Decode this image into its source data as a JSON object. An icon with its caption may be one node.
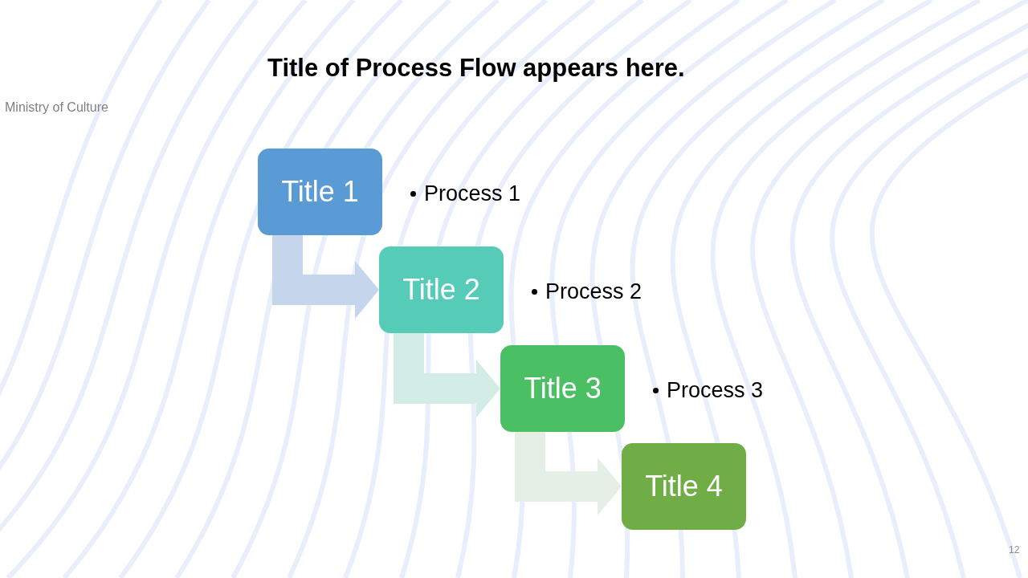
{
  "diagram": {
    "title": "Title of Process Flow appears here.",
    "nodes": [
      {
        "text": [
          "Title 1"
        ],
        "beside": [
          "Process 1"
        ]
      },
      {
        "text": [
          "Title 2"
        ],
        "beside": [
          "Process 2"
        ]
      },
      {
        "text": [
          "Title 3"
        ],
        "beside": [
          "Process 3"
        ]
      },
      {
        "text": [
          "Title 4"
        ]
      }
    ],
    "edges": [
      {
        "from": 0,
        "to": 1,
        "arrow": "to",
        "color": "#c5d6ec"
      },
      {
        "from": 1,
        "to": 2,
        "arrow": "to",
        "color": "#d4ece6"
      },
      {
        "from": 2,
        "to": 3,
        "arrow": "to",
        "color": "#e6efe6"
      }
    ],
    "labels": [
      "Ministry of Culture",
      "12"
    ]
  }
}
